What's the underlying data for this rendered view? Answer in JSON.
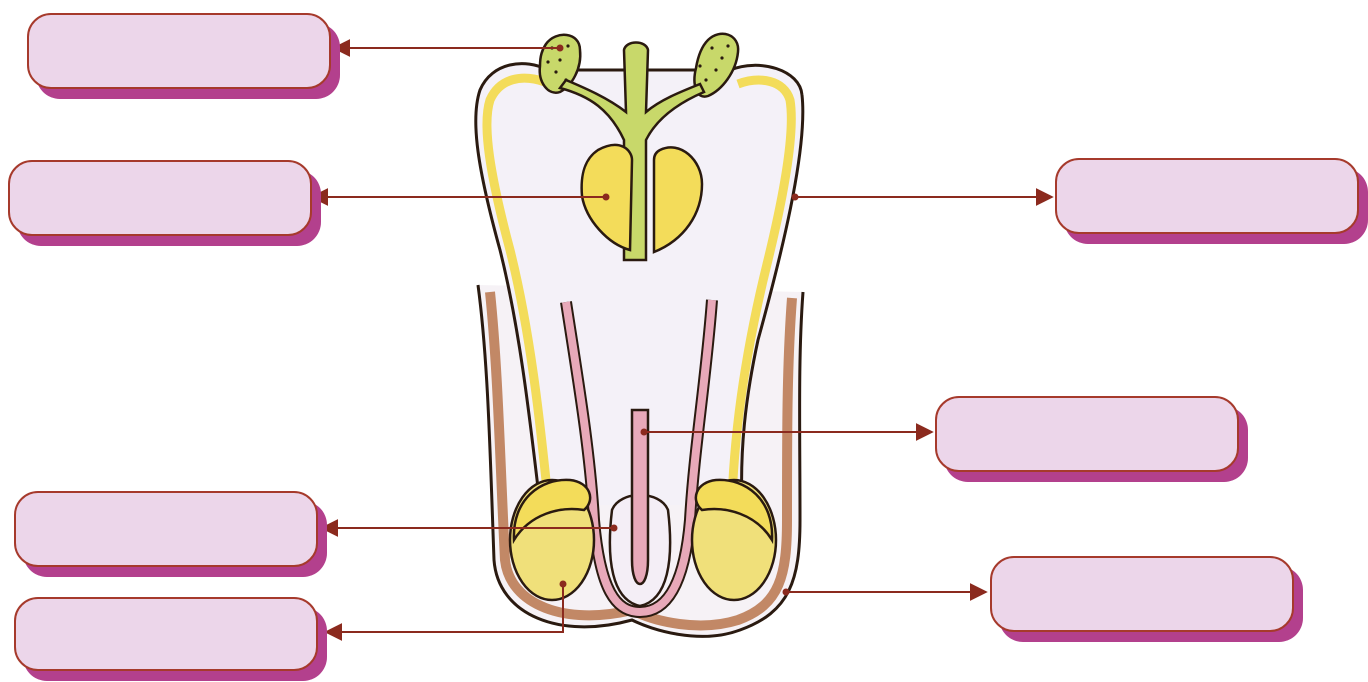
{
  "labels": [
    {
      "id": "label-1",
      "text": ""
    },
    {
      "id": "label-2",
      "text": ""
    },
    {
      "id": "label-3",
      "text": ""
    },
    {
      "id": "label-4",
      "text": ""
    },
    {
      "id": "label-5",
      "text": ""
    },
    {
      "id": "label-6",
      "text": ""
    },
    {
      "id": "label-7",
      "text": ""
    }
  ],
  "colors": {
    "box_fill": "#ecd6ea",
    "box_border": "#a63a2c",
    "box_shadow": "#b3408d",
    "pointer": "#8b2a1e",
    "yellow": "#f3dc5a",
    "green": "#c8d86a",
    "pink": "#e8a9b9",
    "brown": "#b9764c"
  }
}
